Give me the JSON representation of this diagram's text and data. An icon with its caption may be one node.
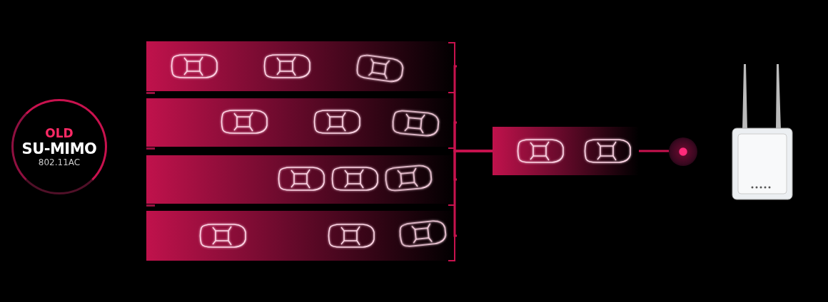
{
  "diagram": {
    "nodes": [
      {
        "text": [
          "OLD",
          "SU-MIMO",
          "802.11AC"
        ]
      },
      {
        "text": [],
        "shape": "bar"
      },
      {
        "text": [],
        "shape": "bar"
      },
      {
        "text": [],
        "shape": "bar"
      },
      {
        "text": [],
        "shape": "bar"
      },
      {
        "text": [],
        "shape": "bar"
      },
      {
        "text": [],
        "shape": "circle"
      },
      {
        "text": [],
        "shape": "picture"
      }
    ],
    "edges": [
      {
        "from": 1,
        "to": 5,
        "arrow": "none"
      },
      {
        "from": 2,
        "to": 5,
        "arrow": "none"
      },
      {
        "from": 3,
        "to": 5,
        "arrow": "none"
      },
      {
        "from": 4,
        "to": 5,
        "arrow": "none"
      },
      {
        "from": 5,
        "to": 6,
        "arrow": "none"
      }
    ]
  }
}
